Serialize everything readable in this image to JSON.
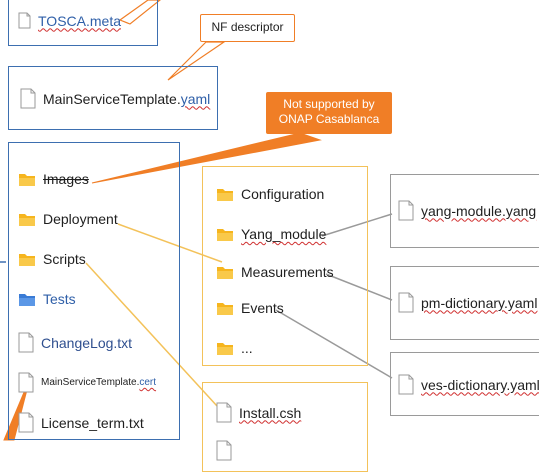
{
  "root": {
    "tosca_meta": "TOSCA.meta",
    "main_template_prefix": "MainServiceTemplate.",
    "main_template_ext": "yaml"
  },
  "callouts": {
    "nf_descriptor": "NF descriptor",
    "not_supported_line1": "Not supported by",
    "not_supported_line2": "ONAP Casablanca"
  },
  "left_folder": {
    "images": "Images",
    "deployment": "Deployment",
    "scripts": "Scripts",
    "tests": "Tests",
    "changelog": "ChangeLog.txt",
    "cert_prefix": "MainServiceTemplate.",
    "cert_ext": "cert",
    "license": "License_term.txt"
  },
  "deployment_folder": {
    "configuration": "Configuration",
    "yang_module": "Yang_module",
    "measurements": "Measurements",
    "events": "Events",
    "ellipsis": "..."
  },
  "scripts_folder": {
    "install": "Install.csh"
  },
  "files": {
    "yang": "yang-module.yang",
    "pm": "pm-dictionary.yaml",
    "ves": "ves-dictionary.yaml"
  },
  "colors": {
    "blue_border": "#3d6fb0",
    "gold_border": "#f3c25a",
    "orange_callout": "#f07e26",
    "folder_yellow": "#f6b51e",
    "folder_blue": "#3a7bd5"
  }
}
